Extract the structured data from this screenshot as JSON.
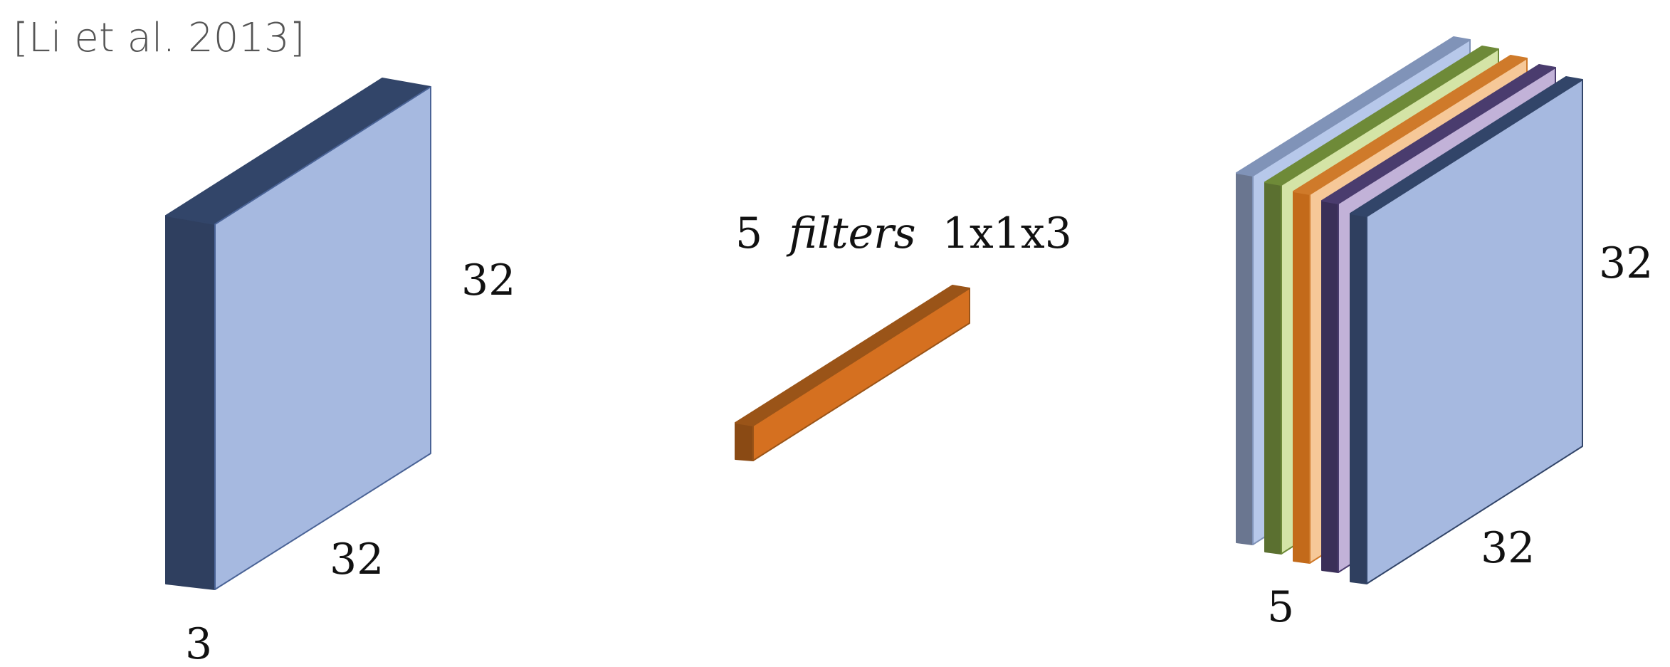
{
  "citation": "[Li et al. 2013]",
  "input_volume": {
    "height_label": "32",
    "width_label": "32",
    "depth_label": "3",
    "colors": {
      "front": "#a6b9e0",
      "side": "#2f3f5f",
      "top": "#324569",
      "edge": "#4a6396"
    }
  },
  "filter": {
    "caption": {
      "count": "5",
      "word": "filters",
      "size": "1x1x3"
    },
    "colors": {
      "front": "#d57020",
      "side": "#8a4a14",
      "top": "#9a5418"
    }
  },
  "output_volume": {
    "height_label": "32",
    "width_label": "32",
    "depth_label": "5",
    "slices": [
      {
        "front": "#b7c8ea",
        "side": "#6a7690",
        "top": "#8093b8"
      },
      {
        "front": "#d4e4a6",
        "side": "#5b7030",
        "top": "#6e8a38"
      },
      {
        "front": "#f6c898",
        "side": "#c36a1a",
        "top": "#cf7a2a"
      },
      {
        "front": "#c2b2d8",
        "side": "#3a2f58",
        "top": "#4a3c6e"
      },
      {
        "front": "#a6b9e0",
        "side": "#2f3f5f",
        "top": "#324569"
      }
    ]
  }
}
